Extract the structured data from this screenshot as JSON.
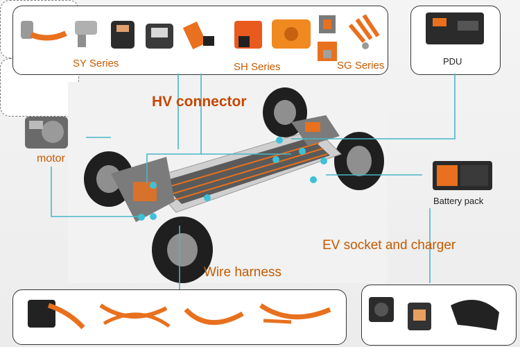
{
  "top_panel": {
    "sy_label": "SY Series",
    "sh_label": "SH Series",
    "sg_label": "SG Series"
  },
  "pdu_panel": {
    "label": "PDU"
  },
  "motor_panel": {
    "label": "motor"
  },
  "battery_panel": {
    "label": "Battery pack"
  },
  "main_labels": {
    "hv_connector": "HV connector",
    "wire_harness": "Wire harness",
    "ev_socket_charger": "EV socket and  charger"
  },
  "colors": {
    "line": "#49b6c8",
    "label_orange": "#c45a00",
    "cable_orange": "#e8701e",
    "dot": "#3ec1d8"
  }
}
